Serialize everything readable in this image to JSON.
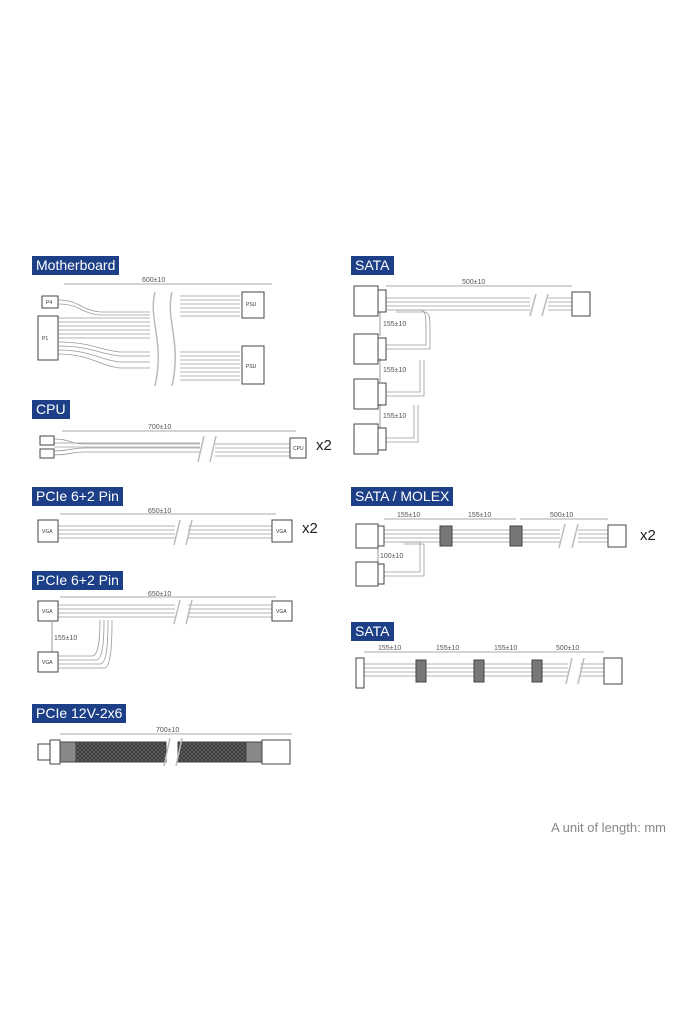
{
  "sections": {
    "motherboard": {
      "label": "Motherboard",
      "dims": [
        "600±10"
      ],
      "connectors": [
        "P4",
        "P1",
        "PSU",
        "PSU"
      ]
    },
    "cpu": {
      "label": "CPU",
      "dims": [
        "700±10"
      ],
      "connectors": [
        "CPU"
      ],
      "multiplier": "x2"
    },
    "pcie1": {
      "label": "PCIe 6+2 Pin",
      "dims": [
        "650±10"
      ],
      "connectors": [
        "VGA",
        "VGA"
      ],
      "multiplier": "x2"
    },
    "pcie2": {
      "label": "PCIe 6+2 Pin",
      "dims": [
        "650±10",
        "155±10"
      ],
      "connectors": [
        "VGA",
        "VGA",
        "VGA"
      ]
    },
    "pcie12v": {
      "label": "PCIe 12V-2x6",
      "dims": [
        "700±10"
      ]
    },
    "sata1": {
      "label": "SATA",
      "dims": [
        "500±10",
        "155±10",
        "155±10",
        "155±10"
      ]
    },
    "satamolex": {
      "label": "SATA / MOLEX",
      "dims": [
        "155±10",
        "155±10",
        "500±10",
        "100±10"
      ],
      "multiplier": "x2"
    },
    "sata2": {
      "label": "SATA",
      "dims": [
        "155±10",
        "155±10",
        "155±10",
        "500±10"
      ]
    }
  },
  "footer": {
    "unit_note": "A unit of length: mm"
  },
  "colors": {
    "label_bg": "#1c3f87",
    "wire": "#9a9a9a",
    "connector": "#444444"
  }
}
